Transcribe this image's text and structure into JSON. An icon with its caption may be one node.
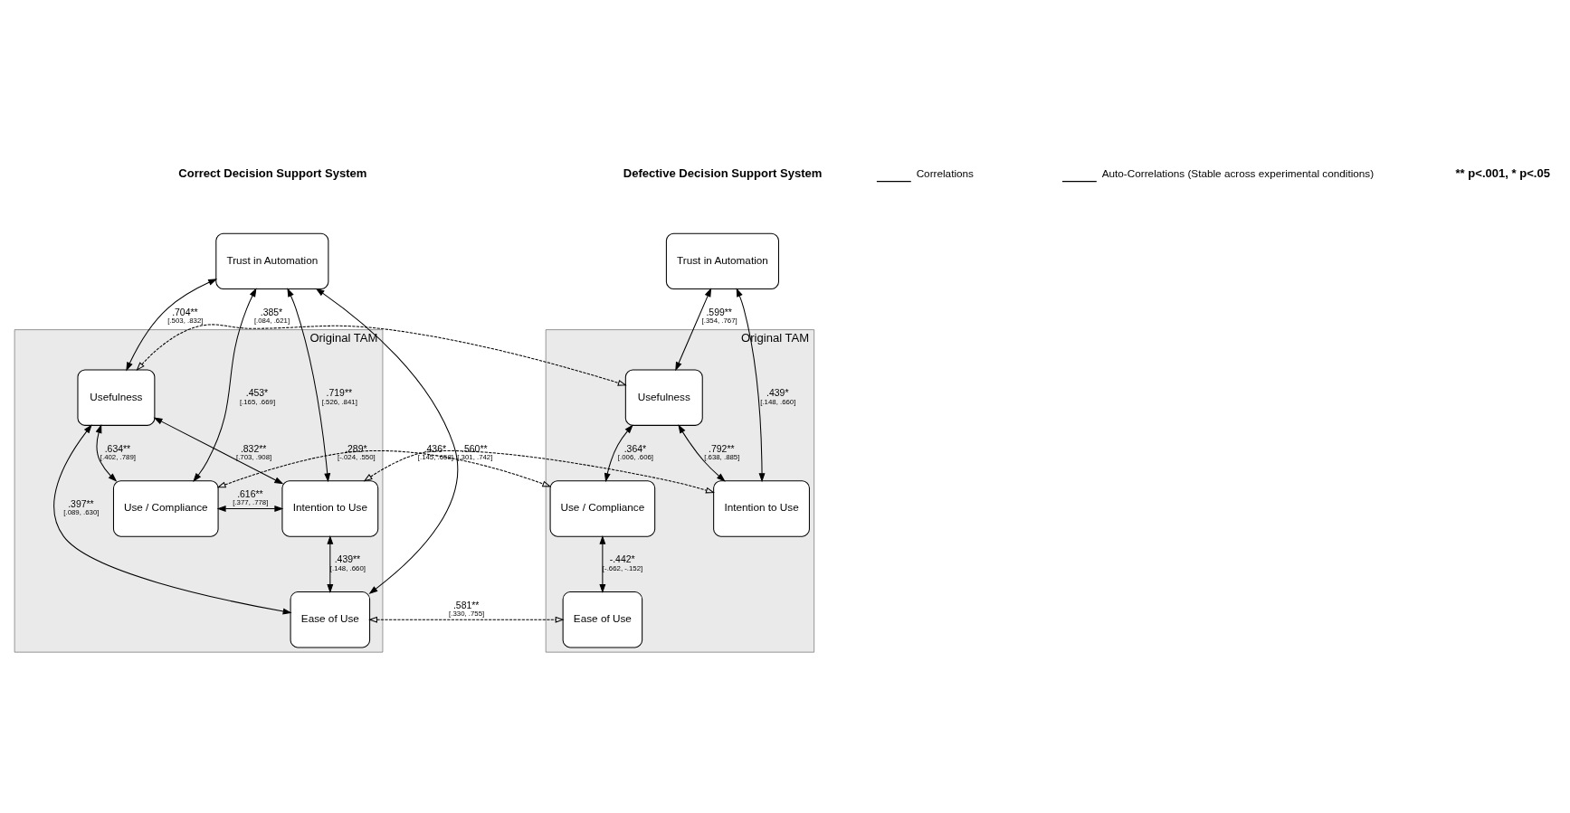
{
  "diagram": {
    "nodes": [
      {
        "text": [
          "Trust in Automation"
        ]
      },
      {
        "text": [
          "Original TAM"
        ]
      },
      {
        "text": [
          "Usefulness"
        ],
        "in": 1
      },
      {
        "text": [
          "Intention to Use"
        ],
        "in": 1
      },
      {
        "text": [
          "Use / Compliance"
        ],
        "in": 1
      },
      {
        "text": [
          "Ease of Use"
        ],
        "in": 1
      },
      {
        "text": [
          "Trust in Automation"
        ]
      },
      {
        "text": [
          "Original TAM"
        ]
      },
      {
        "text": [
          "Usefulness"
        ],
        "in": 7
      },
      {
        "text": [
          "Intention to Use"
        ],
        "in": 7
      },
      {
        "text": [
          "Use / Compliance"
        ],
        "in": 7
      },
      {
        "text": [
          "Ease of Use"
        ],
        "in": 7
      }
    ],
    "edges": [
      {
        "from": 0,
        "to": 2,
        "arrow": "both",
        "label": ".704** [.503, .832]"
      },
      {
        "from": 0,
        "to": 5,
        "arrow": "both",
        "label": ".560** [.301, .742]"
      },
      {
        "from": 0,
        "to": 3,
        "arrow": "both",
        "label": ".719** [.526, .841]"
      },
      {
        "from": 0,
        "to": 4,
        "arrow": "both",
        "label": ".453* [.165, .669]"
      },
      {
        "from": 2,
        "to": 4,
        "arrow": "both",
        "label": ".634** [.402, .789]"
      },
      {
        "from": 2,
        "to": 5,
        "arrow": "both",
        "label": ".397** [.089, .630]"
      },
      {
        "from": 2,
        "to": 3,
        "arrow": "both",
        "label": ".832** [.703, .908]"
      },
      {
        "from": 3,
        "to": 4,
        "arrow": "both",
        "label": ".616** [.377, .778]"
      },
      {
        "from": 3,
        "to": 5,
        "arrow": "both",
        "label": ".439** [.148, .660]"
      },
      {
        "from": 6,
        "to": 8,
        "arrow": "both",
        "label": ".599** [.354, .767]"
      },
      {
        "from": 6,
        "to": 9,
        "arrow": "both",
        "label": ".439* [.148, .660]"
      },
      {
        "from": 8,
        "to": 10,
        "arrow": "both",
        "label": ".364* [.006, .606]"
      },
      {
        "from": 8,
        "to": 9,
        "arrow": "both",
        "label": ".792** [.638, .885]"
      },
      {
        "from": 10,
        "to": 11,
        "arrow": "both",
        "label": "-.442* [-.662, -.152]"
      },
      {
        "from": 2,
        "to": 8,
        "arrow": "both",
        "style": "dashed",
        "label": ".385* [.084, .621]"
      },
      {
        "from": 5,
        "to": 11,
        "arrow": "both",
        "style": "dashed",
        "label": ".581** [.330, .755]"
      },
      {
        "from": 4,
        "to": 10,
        "arrow": "both",
        "style": "dashed",
        "label": ".289* [-.024, .550]"
      },
      {
        "from": 3,
        "to": 9,
        "arrow": "both",
        "style": "dashed",
        "label": ".436* [.145, .658]"
      }
    ],
    "labels": [
      "Correct Decision Support System",
      "Defective Decision Support System",
      "** p<.001, * p<.05"
    ],
    "legend": [
      {
        "text": "Correlations"
      },
      {
        "text": "Auto-Correlations (Stable across experimental conditions)"
      }
    ]
  }
}
